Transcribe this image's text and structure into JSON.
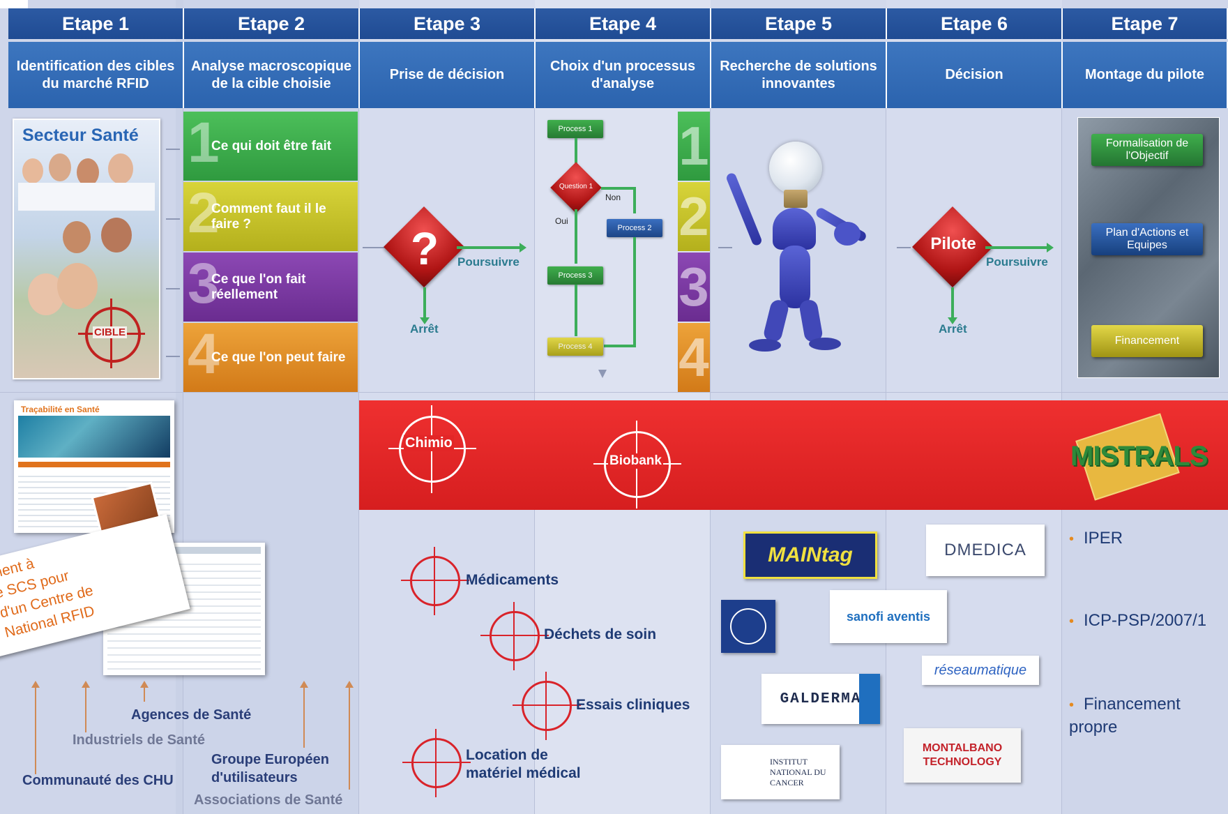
{
  "headers": [
    "Etape 1",
    "Etape 2",
    "Etape 3",
    "Etape 4",
    "Etape 5",
    "Etape 6",
    "Etape 7"
  ],
  "subheaders": [
    "Identification des cibles du marché RFID",
    "Analyse macroscopique de la cible choisie",
    "Prise de décision",
    "Choix d'un processus d'analyse",
    "Recherche de solutions innovantes",
    "Décision",
    "Montage du pilote"
  ],
  "sector": {
    "title": "Secteur Santé",
    "target_label": "CIBLE"
  },
  "steps": [
    {
      "num": "1",
      "text": "Ce qui doit être fait"
    },
    {
      "num": "2",
      "text": "Comment faut il le faire ?"
    },
    {
      "num": "3",
      "text": "Ce que l'on fait réellement"
    },
    {
      "num": "4",
      "text": "Ce que l'on peut faire"
    }
  ],
  "colors": {
    "green": "#3fa84c",
    "yellow": "#c9c426",
    "purple": "#7b3aa0",
    "orange": "#e08b25",
    "red_band": "#e52325",
    "header_blue": "#2454a0"
  },
  "decision1": {
    "symbol": "?",
    "continue": "Poursuivre",
    "stop": "Arrêt"
  },
  "process": {
    "p1": "Process 1",
    "q1": "Question 1",
    "non": "Non",
    "oui": "Oui",
    "p2": "Process 2",
    "p3": "Process 3",
    "p4": "Process 4"
  },
  "strip_nums": [
    "1",
    "2",
    "3",
    "4"
  ],
  "decision2": {
    "label": "Pilote",
    "continue": "Poursuivre",
    "stop": "Arrêt"
  },
  "pilot": {
    "b1": "Formalisation de l'Objectif",
    "b2": "Plan d'Actions et Equipes",
    "b3": "Financement"
  },
  "red_targets": {
    "t1": "Chimio",
    "t2": "Biobank"
  },
  "mistrals": "MISTRALS",
  "doc": {
    "header": "Traçabilité en Santé",
    "card_text": "ment à\ne SCS pour\nd'un Centre de\nNational RFID"
  },
  "applications": [
    "Médicaments",
    "Déchets de soin",
    "Essais cliniques",
    "Location de\nmatériel médical"
  ],
  "partners": {
    "maintag": "MAINtag",
    "dmedica": "DMEDICA",
    "sanofi": "sanofi aventis",
    "reseau": "réseaumatique",
    "galderma": "GALDERMA",
    "montalbano": "MONTALBANO TECHNOLOGY",
    "inca": "INSTITUT NATIONAL DU CANCER"
  },
  "funding": [
    "IPER",
    "ICP-PSP/2007/1",
    "Financement\npropre"
  ],
  "actors": {
    "agences": "Agences de Santé",
    "industriels": "Industriels de Santé",
    "groupe": "Groupe Européen\nd'utilisateurs",
    "chu": "Communauté des CHU",
    "associations": "Associations de Santé"
  }
}
